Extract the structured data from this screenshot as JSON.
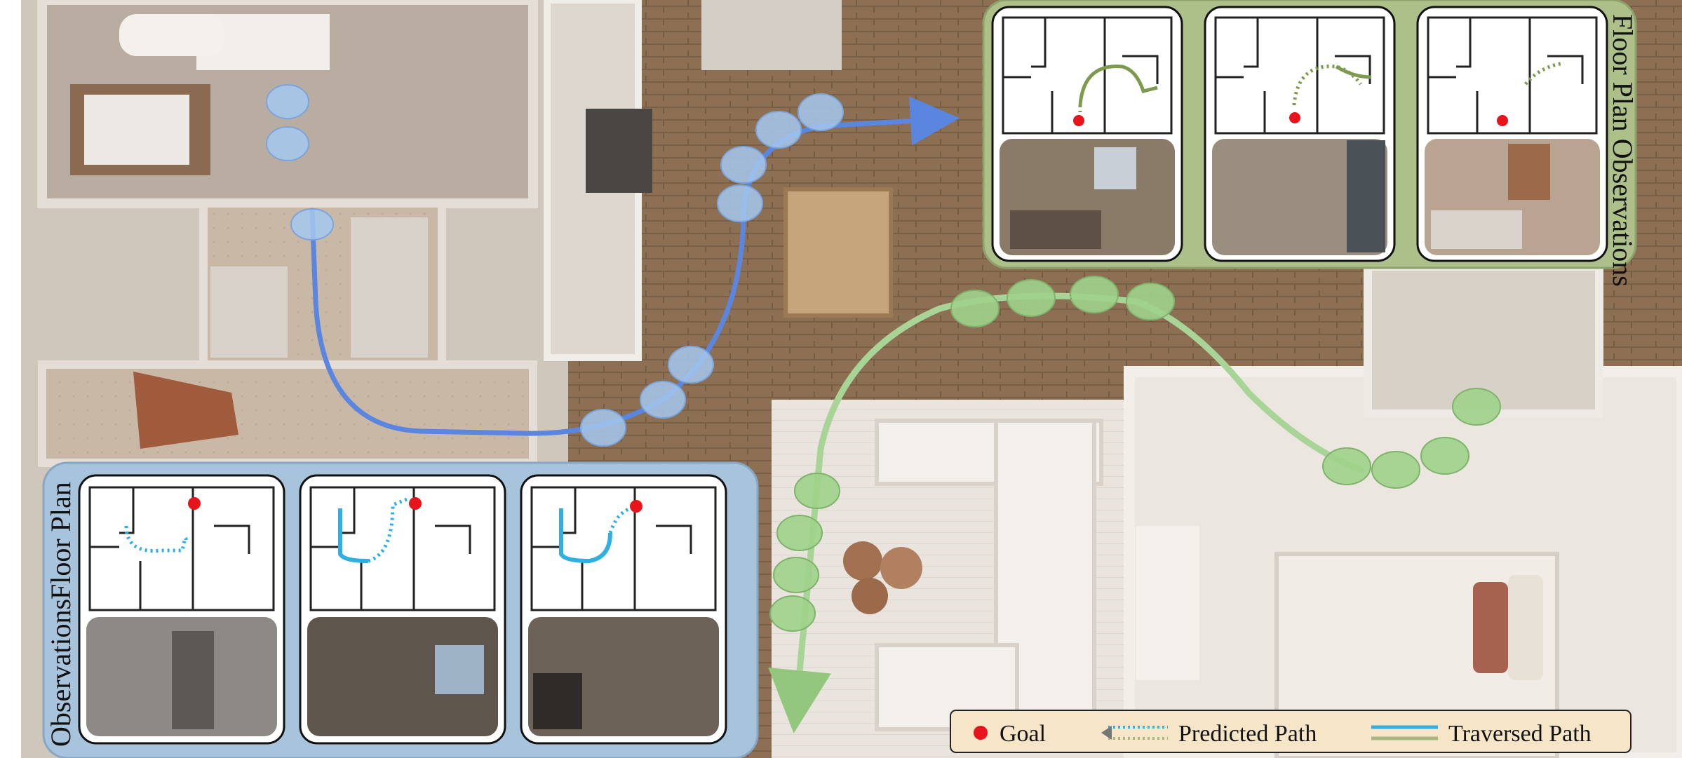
{
  "colors": {
    "floor_wood": "#8b6f55",
    "wall": "#d8d2cb",
    "blue_panel": "#a8c3dc",
    "green_panel": "#aec08a",
    "blue_path": "#5b86e0",
    "green_path": "#93c77e",
    "predicted_blue": "#2fb0e0",
    "goal": "#e8141c",
    "legend_bg": "#f7e5c8"
  },
  "blue_panel": {
    "label_observations": "Observations",
    "label_floor_plan": "Floor Plan",
    "frames": [
      {
        "predicted": "dotted",
        "traversed": "none"
      },
      {
        "predicted": "dotted",
        "traversed": "solid"
      },
      {
        "predicted": "dotted",
        "traversed": "solid"
      }
    ]
  },
  "green_panel": {
    "label": "Floor Plan Observations",
    "frames": [
      {
        "predicted": "dotted",
        "traversed": "solid"
      },
      {
        "predicted": "dotted",
        "traversed": "solid"
      },
      {
        "predicted": "dotted",
        "traversed": "none"
      }
    ]
  },
  "legend": {
    "goal_label": "Goal",
    "predicted_label": "Predicted  Path",
    "traversed_label": "Traversed  Path"
  }
}
